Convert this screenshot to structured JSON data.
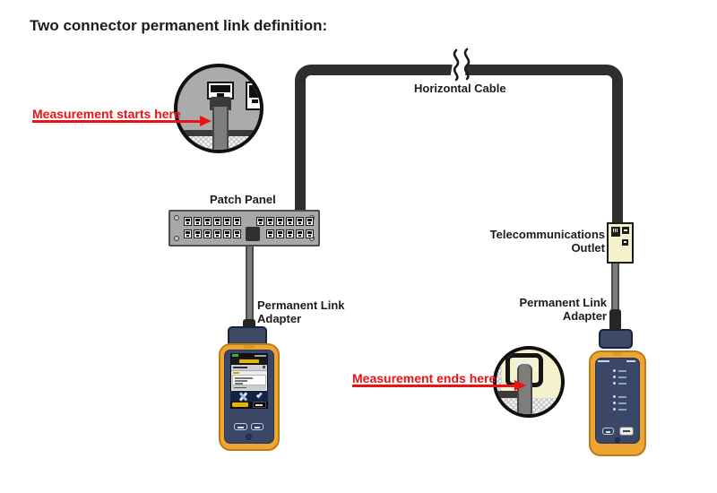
{
  "title": "Two connector permanent link definition:",
  "annotations": {
    "measurement_starts": "Measurement starts here",
    "measurement_ends": "Measurement ends here"
  },
  "labels": {
    "horizontal_cable": "Horizontal Cable",
    "patch_panel": "Patch Panel",
    "telecom_outlet": [
      "Telecommunications",
      "Outlet"
    ],
    "permanent_link_adapter_left": [
      "Permanent Link",
      "Adapter"
    ],
    "permanent_link_adapter_right": [
      "Permanent Link",
      "Adapter"
    ]
  },
  "colors": {
    "annotation_red": "#ee1111",
    "cable_black": "#2e2e2e",
    "cable_gray": "#7d7d7d",
    "panel_gray": "#a7a7a7",
    "outlet_cream": "#f5f1cc",
    "tester_yellow": "#f0a432",
    "tester_navy": "#3a4766"
  },
  "patch_panel": {
    "rows": 2,
    "groups_per_row": 2,
    "ports_per_group": 6
  },
  "remote_leds": {
    "groups": 2,
    "leds_per_group": 3
  }
}
